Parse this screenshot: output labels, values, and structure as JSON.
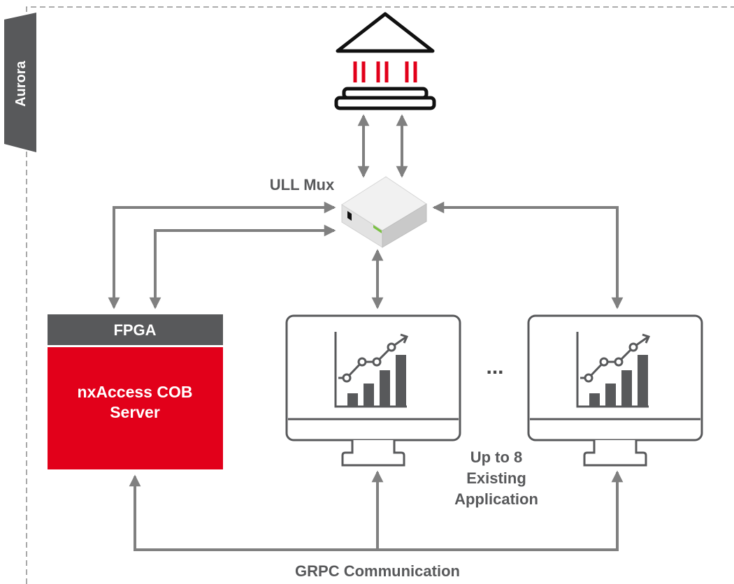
{
  "labels": {
    "region": "Aurora",
    "mux": "ULL Mux",
    "fpga_header": "FPGA",
    "server_line1": "nxAccess COB",
    "server_line2": "Server",
    "ellipsis": "...",
    "apps_line1": "Up to 8",
    "apps_line2": "Existing",
    "apps_line3": "Application",
    "bus": "GRPC Communication"
  },
  "colors": {
    "accent_red": "#e2001a",
    "dark_gray": "#58595b",
    "line_gray": "#808080",
    "outline": "#111111"
  },
  "icons": {
    "exchange": "exchange-building-icon",
    "switch": "network-switch-icon",
    "monitor": "monitor-chart-icon"
  }
}
